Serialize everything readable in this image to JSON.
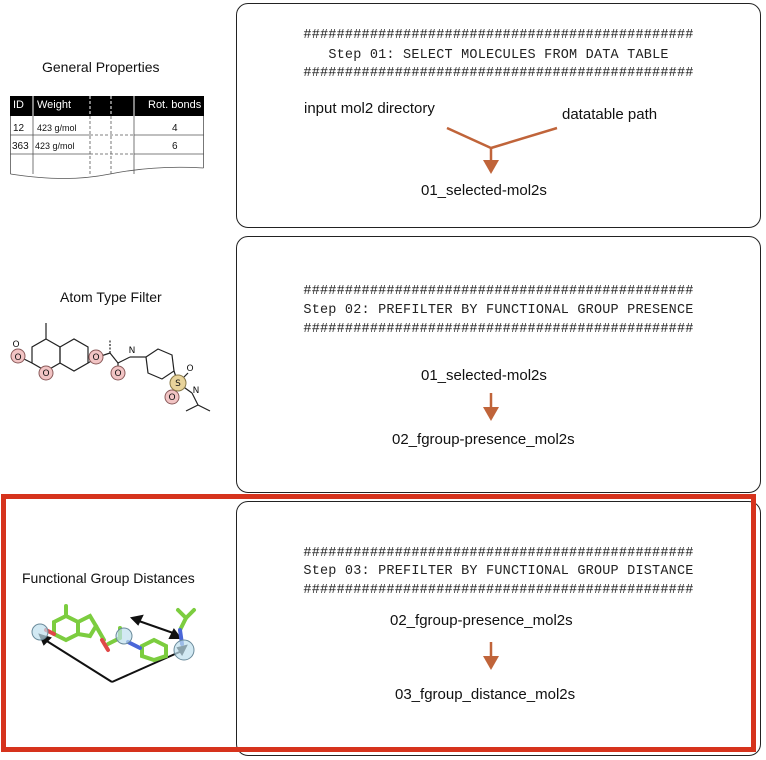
{
  "colors": {
    "arrow": "#c0643a",
    "highlight": "#d6331d",
    "box_border": "#222222",
    "atom_highlight_pink": "#f2c4c4",
    "atom_highlight_blue": "#bfe0ee",
    "molecule_green": "#7ccd3f"
  },
  "hash_line": "###############################################",
  "filters": {
    "general": {
      "label": "General Properties",
      "table": {
        "headers": [
          "ID",
          "Weight",
          "",
          "Rot. bonds"
        ],
        "rows": [
          [
            "12",
            "423 g/mol",
            "",
            "4"
          ],
          [
            "363",
            "423 g/mol",
            "",
            "6"
          ]
        ]
      }
    },
    "atom_type": {
      "label": "Atom Type Filter",
      "atoms": [
        "O",
        "O",
        "O",
        "O",
        "N",
        "O",
        "S",
        "N",
        "O",
        "O"
      ]
    },
    "distances": {
      "label": "Functional Group Distances"
    }
  },
  "steps": [
    {
      "title": "Step 01: SELECT MOLECULES FROM DATA TABLE",
      "inputs": [
        "input mol2 directory",
        "datatable path"
      ],
      "output": "01_selected-mol2s"
    },
    {
      "title": "Step 02: PREFILTER BY FUNCTIONAL GROUP PRESENCE",
      "input": "01_selected-mol2s",
      "output": "02_fgroup-presence_mol2s"
    },
    {
      "title": "Step 03: PREFILTER BY FUNCTIONAL GROUP DISTANCE",
      "input": "02_fgroup-presence_mol2s",
      "output": "03_fgroup_distance_mol2s"
    }
  ]
}
